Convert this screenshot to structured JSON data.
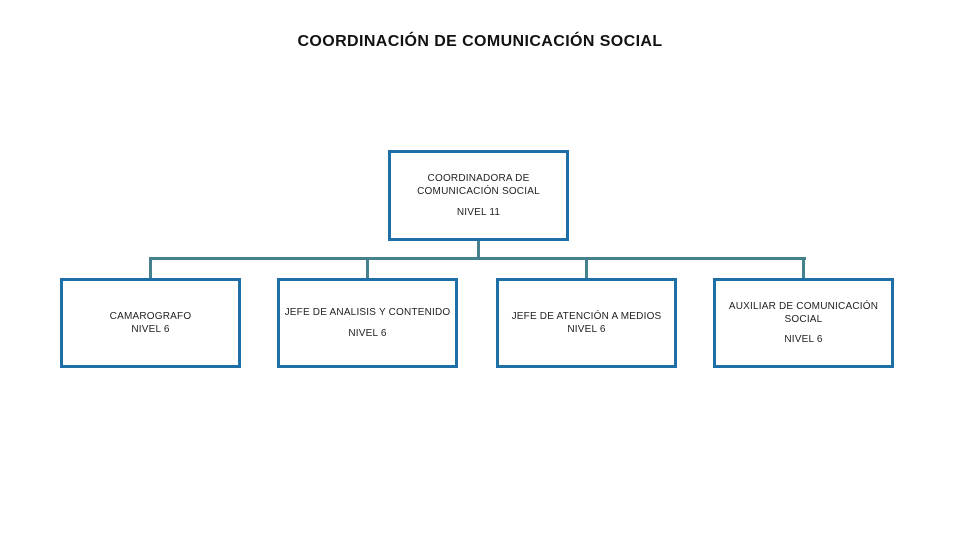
{
  "title": "COORDINACIÓN DE COMUNICACIÓN SOCIAL",
  "org": {
    "root": {
      "name": "COORDINADORA DE COMUNICACIÓN SOCIAL",
      "level": "NIVEL 11"
    },
    "children": [
      {
        "name": "CAMAROGRAFO",
        "level": "NIVEL 6"
      },
      {
        "name": "JEFE DE ANALISIS Y CONTENIDO",
        "level": "NIVEL 6"
      },
      {
        "name": "JEFE DE ATENCIÓN A MEDIOS",
        "level": "NIVEL 6"
      },
      {
        "name": "AUXILIAR DE COMUNICACIÓN SOCIAL",
        "level": "NIVEL 6"
      }
    ]
  },
  "colors": {
    "box_border": "#1d6fa5",
    "connector": "#45808d",
    "text": "#1f1f1f",
    "background": "#ffffff"
  }
}
